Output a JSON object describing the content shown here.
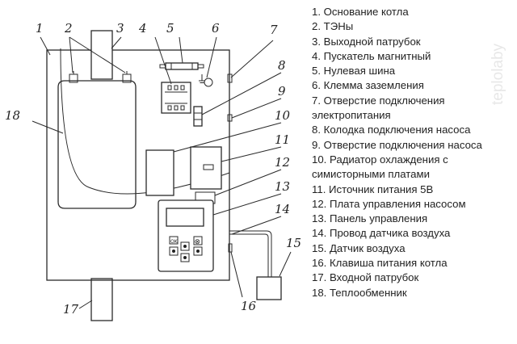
{
  "diagram": {
    "callouts": [
      "1",
      "2",
      "3",
      "4",
      "5",
      "6",
      "7",
      "8",
      "9",
      "10",
      "11",
      "12",
      "13",
      "14",
      "15",
      "16",
      "17",
      "18"
    ],
    "panel_buttons": [
      "OK",
      "⊗"
    ]
  },
  "legend": {
    "items": [
      "1. Основание котла",
      "2. ТЭНы",
      "3. Выходной патрубок",
      "4. Пускатель магнитный",
      "5. Нулевая шина",
      "6. Клемма заземления",
      "7. Отверстие подключения",
      "электропитания",
      "8. Колодка подключения насоса",
      "9. Отверстие подключения насоса",
      "10. Радиатор охлаждения с",
      "симисторными платами",
      "11. Источник питания 5В",
      "12. Плата управления насосом",
      "13. Панель управления",
      "14. Провод датчика воздуха",
      "15. Датчик воздуха",
      "16. Клавиша питания котла",
      "17. Входной патрубок",
      "18. Теплообменник"
    ]
  },
  "watermark": {
    "text": "teplolaby"
  }
}
